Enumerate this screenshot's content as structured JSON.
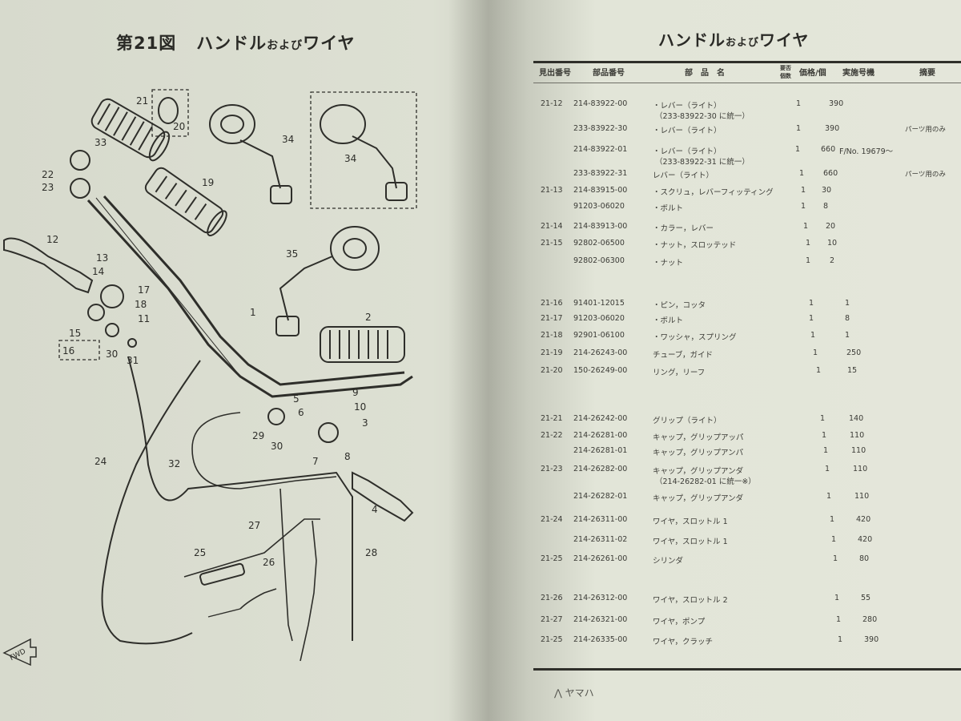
{
  "left_page": {
    "title_main": "第21図",
    "title_a": "ハンドル",
    "title_b": "および",
    "title_c": "ワイヤ",
    "callouts": [
      "21",
      "20",
      "34",
      "34",
      "33",
      "22",
      "23",
      "19",
      "12",
      "13",
      "14",
      "17",
      "18",
      "11",
      "15",
      "16",
      "30",
      "31",
      "35",
      "1",
      "2",
      "24",
      "32",
      "5",
      "9",
      "6",
      "10",
      "3",
      "29",
      "30",
      "7",
      "8",
      "4",
      "27",
      "26",
      "25",
      "28"
    ],
    "fwd_label": "FWD"
  },
  "right_page": {
    "title_a": "ハンドル",
    "title_b": "および",
    "title_c": "ワイヤ",
    "headers": {
      "ref": "見出番号",
      "part": "部品番号",
      "name": "部　品　名",
      "qty_a": "要否",
      "qty_b": "個数",
      "price": "価格/個",
      "serial": "実施号機",
      "remarks": "摘要"
    },
    "rows": [
      {
        "ref": "21-12",
        "part": "214-83922-00",
        "name": "・レバー（ライト）",
        "qty": "1",
        "price": "390",
        "serial": "",
        "remarks": "",
        "sub": "（233-83922-30 に統一）"
      },
      {
        "ref": "",
        "part": "233-83922-30",
        "name": "・レバー（ライト）",
        "qty": "1",
        "price": "390",
        "serial": "",
        "remarks": "パーツ用のみ",
        "sub": ""
      },
      {
        "ref": "",
        "part": "214-83922-01",
        "name": "・レバー（ライト）",
        "qty": "1",
        "price": "660",
        "serial": "F/No. 19679～",
        "remarks": "",
        "sub": "（233-83922-31 に統一）"
      },
      {
        "ref": "",
        "part": "233-83922-31",
        "name": "レバー（ライト）",
        "qty": "1",
        "price": "660",
        "serial": "",
        "remarks": "パーツ用のみ",
        "sub": ""
      },
      {
        "ref": "21-13",
        "part": "214-83915-00",
        "name": "・スクリュ，レバーフィッティング",
        "qty": "1",
        "price": "30",
        "serial": "",
        "remarks": "",
        "sub": ""
      },
      {
        "ref": "",
        "part": "91203-06020",
        "name": "・ボルト",
        "qty": "1",
        "price": "8",
        "serial": "",
        "remarks": "",
        "sub": ""
      },
      {
        "ref": "21-14",
        "part": "214-83913-00",
        "name": "・カラー，レバー",
        "qty": "1",
        "price": "20",
        "serial": "",
        "remarks": "",
        "sub": ""
      },
      {
        "ref": "21-15",
        "part": "92802-06500",
        "name": "・ナット，スロッテッド",
        "qty": "1",
        "price": "10",
        "serial": "",
        "remarks": "",
        "sub": ""
      },
      {
        "ref": "",
        "part": "92802-06300",
        "name": "・ナット",
        "qty": "1",
        "price": "2",
        "serial": "",
        "remarks": "",
        "sub": ""
      },
      {
        "ref": "21-16",
        "part": "91401-12015",
        "name": "・ピン，コッタ",
        "qty": "1",
        "price": "1",
        "serial": "",
        "remarks": "",
        "sub": ""
      },
      {
        "ref": "21-17",
        "part": "91203-06020",
        "name": "・ボルト",
        "qty": "1",
        "price": "8",
        "serial": "",
        "remarks": "",
        "sub": ""
      },
      {
        "ref": "21-18",
        "part": "92901-06100",
        "name": "・ワッシャ，スプリング",
        "qty": "1",
        "price": "1",
        "serial": "",
        "remarks": "",
        "sub": ""
      },
      {
        "ref": "21-19",
        "part": "214-26243-00",
        "name": "チューブ，ガイド",
        "qty": "1",
        "price": "250",
        "serial": "",
        "remarks": "",
        "sub": ""
      },
      {
        "ref": "21-20",
        "part": "150-26249-00",
        "name": "リング，リーフ",
        "qty": "1",
        "price": "15",
        "serial": "",
        "remarks": "",
        "sub": ""
      },
      {
        "ref": "21-21",
        "part": "214-26242-00",
        "name": "グリップ（ライト）",
        "qty": "1",
        "price": "140",
        "serial": "",
        "remarks": "",
        "sub": ""
      },
      {
        "ref": "21-22",
        "part": "214-26281-00",
        "name": "キャップ，グリップアッパ",
        "qty": "1",
        "price": "110",
        "serial": "",
        "remarks": "",
        "sub": ""
      },
      {
        "ref": "",
        "part": "214-26281-01",
        "name": "キャップ，グリップアンパ",
        "qty": "1",
        "price": "110",
        "serial": "",
        "remarks": "",
        "sub": ""
      },
      {
        "ref": "21-23",
        "part": "214-26282-00",
        "name": "キャップ，グリップアンダ",
        "qty": "1",
        "price": "110",
        "serial": "",
        "remarks": "",
        "sub": "（214-26282-01 に統一※）"
      },
      {
        "ref": "",
        "part": "214-26282-01",
        "name": "キャップ，グリップアンダ",
        "qty": "1",
        "price": "110",
        "serial": "",
        "remarks": "",
        "sub": ""
      },
      {
        "ref": "21-24",
        "part": "214-26311-00",
        "name": "ワイヤ，スロットル 1",
        "qty": "1",
        "price": "420",
        "serial": "",
        "remarks": "",
        "sub": ""
      },
      {
        "ref": "",
        "part": "214-26311-02",
        "name": "ワイヤ，スロットル 1",
        "qty": "1",
        "price": "420",
        "serial": "",
        "remarks": "",
        "sub": ""
      },
      {
        "ref": "21-25",
        "part": "214-26261-00",
        "name": "シリンダ",
        "qty": "1",
        "price": "80",
        "serial": "",
        "remarks": "",
        "sub": ""
      },
      {
        "ref": "21-26",
        "part": "214-26312-00",
        "name": "ワイヤ，スロットル 2",
        "qty": "1",
        "price": "55",
        "serial": "",
        "remarks": "",
        "sub": ""
      },
      {
        "ref": "21-27",
        "part": "214-26321-00",
        "name": "ワイヤ，ポンプ",
        "qty": "1",
        "price": "280",
        "serial": "",
        "remarks": "",
        "sub": ""
      },
      {
        "ref": "21-25",
        "part": "214-26335-00",
        "name": "ワイヤ，クラッチ",
        "qty": "1",
        "price": "390",
        "serial": "",
        "remarks": "",
        "sub": ""
      }
    ],
    "footer_logo": "ヤマハ"
  }
}
